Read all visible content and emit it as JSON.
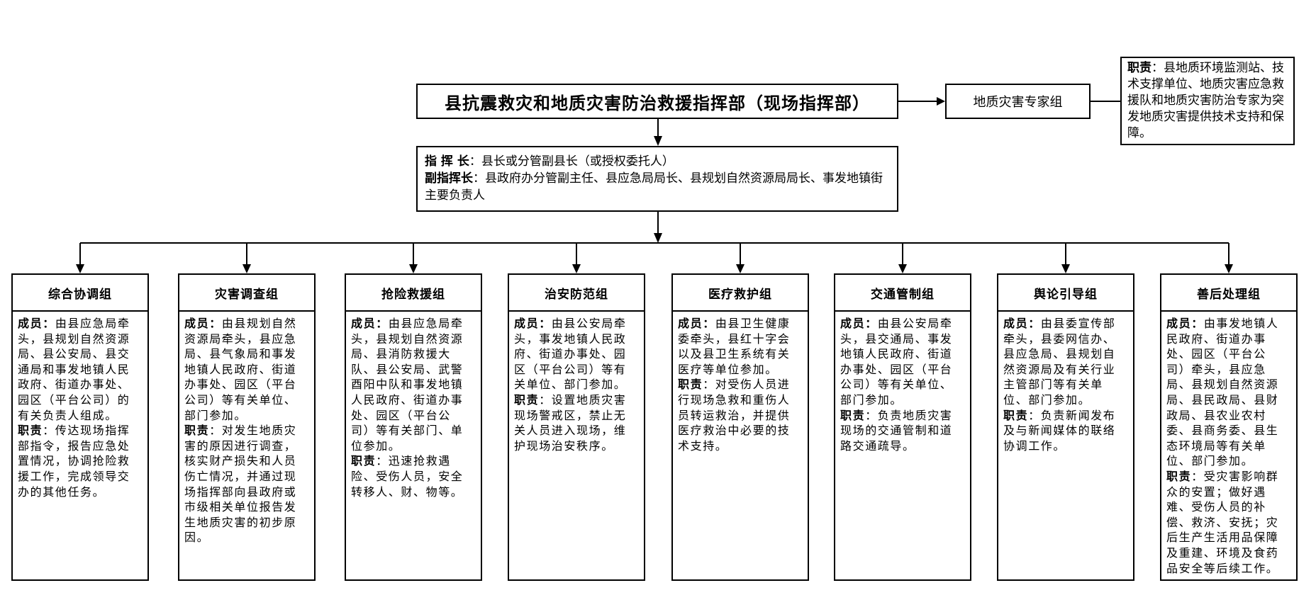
{
  "title": "县抗震救灾和地质灾害防治救援指挥部（现场指挥部）",
  "expert_group": {
    "name": "地质灾害专家组",
    "duty_label": "职责",
    "duty_text": "：县地质环境监测站、技术支撑单位、地质灾害应急救援队和地质灾害防治专家为突发地质灾害提供技术支持和保障。"
  },
  "command": {
    "commander_label": "指 挥 长",
    "commander_text": "：县长或分管副县长（或授权委托人）",
    "deputy_label": "副指挥长",
    "deputy_text": "：县政府办分管副主任、县应急局局长、县规划自然资源局局长、事发地镇街主要负责人"
  },
  "groups": [
    {
      "name": "综合协调组",
      "members_label": "成员：",
      "members": "由县应急局牵头，县规划自然资源局、县公安局、县交通局和事发地镇人民政府、街道办事处、园区（平台公司）的有关负责人组成。",
      "duty_label": "职责",
      "duty": "：传达现场指挥部指令，报告应急处置情况，协调抢险救援工作，完成领导交办的其他任务。"
    },
    {
      "name": "灾害调查组",
      "members_label": "成员：",
      "members": "由县规划自然资源局牵头，县应急局、县气象局和事发地镇人民政府、街道办事处、园区（平台公司）等有关单位、部门参加。",
      "duty_label": "职责",
      "duty": "：对发生地质灾害的原因进行调查，核实财产损失和人员伤亡情况，并通过现场指挥部向县政府或市级相关单位报告发生地质灾害的初步原因。"
    },
    {
      "name": "抢险救援组",
      "members_label": "成员：",
      "members": "由县应急局牵头，县规划自然资源局、县消防救援大队、县公安局、武警酉阳中队和事发地镇人民政府、街道办事处、园区（平台公司）等有关部门、单位参加。",
      "duty_label": "职责",
      "duty": "：迅速抢救遇险、受伤人员，安全转移人、财、物等。"
    },
    {
      "name": "治安防范组",
      "members_label": "成员：",
      "members": "由县公安局牵头，事发地镇人民政府、街道办事处、园区（平台公司）等有关单位、部门参加。",
      "duty_label": "职责",
      "duty": "：设置地质灾害现场警戒区，禁止无关人员进入现场，维护现场治安秩序。"
    },
    {
      "name": "医疗救护组",
      "members_label": "成员：",
      "members": "由县卫生健康委牵头，县红十字会以及县卫生系统有关医疗等单位参加。",
      "duty_label": "职责",
      "duty": "：对受伤人员进行现场急救和重伤人员转运救治，并提供医疗救治中必要的技术支持。"
    },
    {
      "name": "交通管制组",
      "members_label": "成员：",
      "members": "由县公安局牵头，县交通局、事发地镇人民政府、街道办事处、园区（平台公司）等有关单位、部门参加。",
      "duty_label": "职责",
      "duty": "：负责地质灾害现场的交通管制和道路交通疏导。"
    },
    {
      "name": "舆论引导组",
      "members_label": "成员：",
      "members": "由县委宣传部牵头，县委网信办、县应急局、县规划自然资源局及有关行业主管部门等有关单位、部门参加。",
      "duty_label": "职责",
      "duty": "：负责新闻发布及与新闻媒体的联络协调工作。"
    },
    {
      "name": "善后处理组",
      "members_label": "成员：",
      "members": "由事发地镇人民政府、街道办事处、园区（平台公司）牵头，县应急局、县规划自然资源局、县民政局、县财政局、县农业农村委、县商务委、县生态环境局等有关单位、部门参加。",
      "duty_label": "职责",
      "duty": "：受灾害影响群众的安置；做好遇难、受伤人员的补偿、救济、安抚；灾后生产生活用品保障及重建、环境及食药品安全等后续工作。"
    }
  ]
}
